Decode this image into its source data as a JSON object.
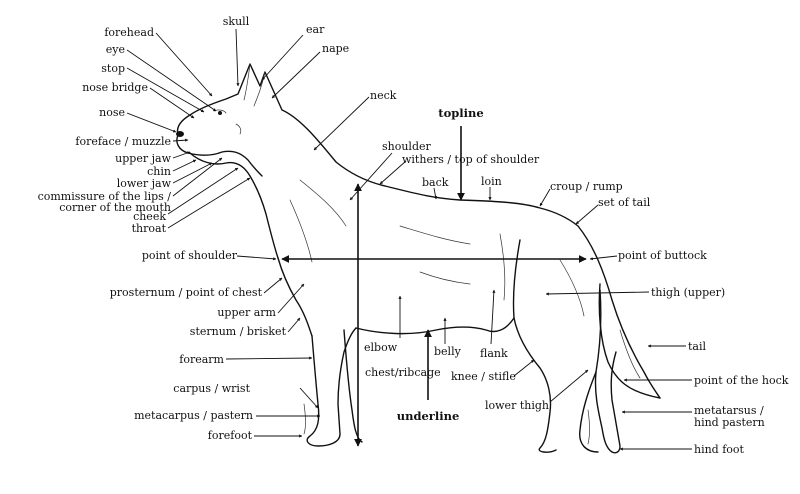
{
  "diagram": {
    "labels": {
      "forehead": "forehead",
      "skull": "skull",
      "ear": "ear",
      "nape": "nape",
      "eye": "eye",
      "stop": "stop",
      "nose_bridge": "nose bridge",
      "nose": "nose",
      "neck": "neck",
      "topline": "topline",
      "foreface": "foreface / muzzle",
      "upper_jaw": "upper jaw",
      "chin": "chin",
      "lower_jaw": "lower jaw",
      "commissure_1": "commissure of the lips /",
      "commissure_2": "corner of the mouth",
      "cheek": "cheek",
      "throat": "throat",
      "shoulder": "shoulder",
      "withers": "withers / top of shoulder",
      "back": "back",
      "loin": "loin",
      "croup": "croup / rump",
      "set_of_tail": "set of tail",
      "point_of_shoulder": "point of shoulder",
      "point_of_buttock": "point of buttock",
      "prosternum": "prosternum / point of chest",
      "thigh_upper": "thigh (upper)",
      "upper_arm": "upper arm",
      "sternum": "sternum / brisket",
      "elbow": "elbow",
      "belly": "belly",
      "flank": "flank",
      "tail": "tail",
      "forearm": "forearm",
      "chest_ribcage": "chest/ribcage",
      "knee_stifle": "knee / stifle",
      "carpus": "carpus / wrist",
      "point_of_hock": "point of the hock",
      "lower_thigh": "lower thigh",
      "metacarpus": "metacarpus / pastern",
      "underline": "underline",
      "metatarsus_1": "metatarsus /",
      "metatarsus_2": "hind pastern",
      "forefoot": "forefoot",
      "hind_foot": "hind foot"
    }
  }
}
